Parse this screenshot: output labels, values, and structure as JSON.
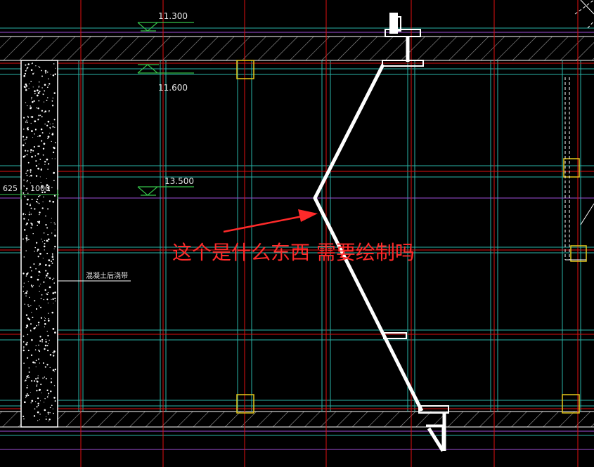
{
  "drawing": {
    "background": "#000000",
    "colors": {
      "axis_red": "#e01010",
      "grid_cyan": "#2ab5a8",
      "purple": "#a04fd8",
      "wall_white": "#ffffff",
      "hatch_gray": "#9a9a9a",
      "column_yellow": "#e6c81a",
      "annotation_red": "#ff2a2a"
    },
    "elevations": [
      {
        "label": "11.300"
      },
      {
        "label": "11.600"
      },
      {
        "label": "13.500"
      }
    ],
    "dimensions": [
      {
        "label": "625"
      },
      {
        "label": "1000"
      }
    ],
    "post_pour_strip_label": "混凝土后浇带",
    "annotation": "这个是什么东西 需要绘制吗"
  }
}
